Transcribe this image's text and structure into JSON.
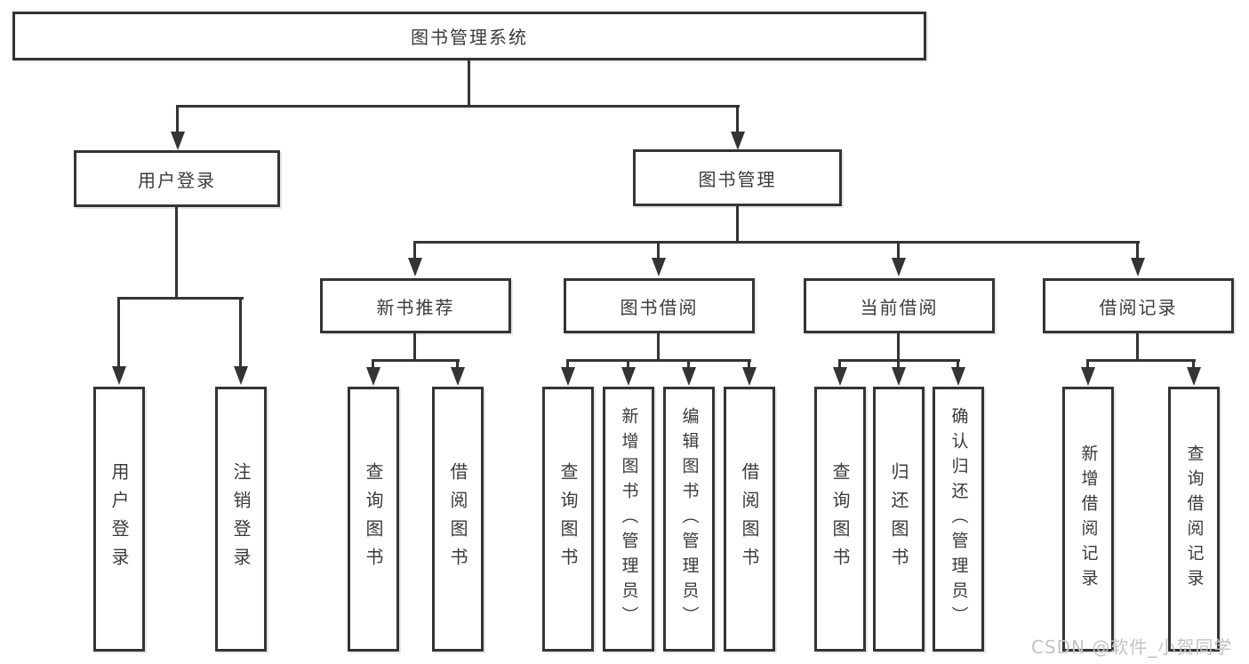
{
  "colors": {
    "line": "#343434",
    "box_border": "#343434",
    "text": "#3b3b3b",
    "background": "#ffffff",
    "watermark": "#c3c3c3"
  },
  "tree": {
    "root": {
      "label": "图书管理系统"
    },
    "branches": [
      {
        "label": "用户登录",
        "children": [
          {
            "label": "用户登录"
          },
          {
            "label": "注销登录"
          }
        ]
      },
      {
        "label": "图书管理",
        "children": [
          {
            "label": "新书推荐",
            "children": [
              {
                "label": "查询图书"
              },
              {
                "label": "借阅图书"
              }
            ]
          },
          {
            "label": "图书借阅",
            "children": [
              {
                "label": "查询图书"
              },
              {
                "label": "新增图书（管理员）"
              },
              {
                "label": "编辑图书（管理员）"
              },
              {
                "label": "借阅图书"
              }
            ]
          },
          {
            "label": "当前借阅",
            "children": [
              {
                "label": "查询图书"
              },
              {
                "label": "归还图书"
              },
              {
                "label": "确认归还（管理员）"
              }
            ]
          },
          {
            "label": "借阅记录",
            "children": [
              {
                "label": "新增借阅记录"
              },
              {
                "label": "查询借阅记录"
              }
            ]
          }
        ]
      }
    ]
  },
  "watermark": {
    "text": "CSDN @软件_小贺同学"
  }
}
